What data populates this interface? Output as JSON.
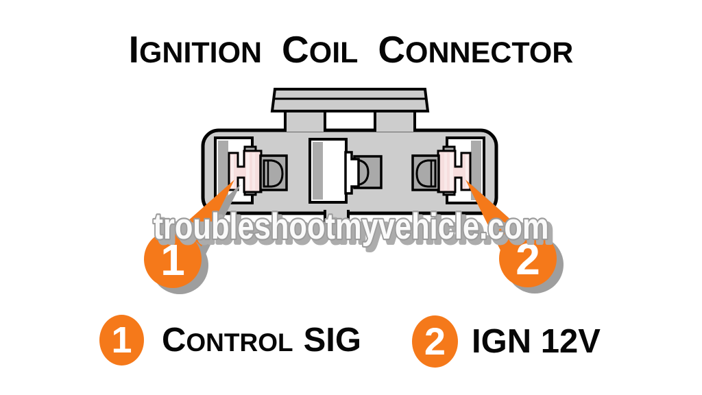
{
  "title": {
    "words": [
      {
        "initial": "I",
        "rest": "GNITION"
      },
      {
        "initial": "C",
        "rest": "OIL"
      },
      {
        "initial": "C",
        "rest": "ONNECTOR"
      }
    ]
  },
  "watermark": "troubleshootmyvehicle.com",
  "callouts": {
    "pin1": "1",
    "pin2": "2"
  },
  "legend": {
    "item1": {
      "number": "1",
      "cap": "C",
      "small": "ONTROL",
      "tail": "SIG"
    },
    "item2": {
      "number": "2",
      "label": "IGN 12V"
    }
  },
  "colors": {
    "accent_orange": "#F5791A",
    "connector_body_gray": "#CDCDCD",
    "clip_dark_gray": "#A9A9A9",
    "inner_strip_gray": "#ABABAB",
    "terminal_pink": "#F6DEDE",
    "shadow_gray": "#9E9E9E",
    "outline_black": "#000000",
    "watermark_fill": "#FAFAFA",
    "watermark_outline": "#9C9C9C"
  },
  "icons": {
    "pin1_arrow": "pointer-arrow",
    "pin2_arrow": "pointer-arrow",
    "pin1_badge": "numbered-circle",
    "pin2_badge": "numbered-circle"
  }
}
